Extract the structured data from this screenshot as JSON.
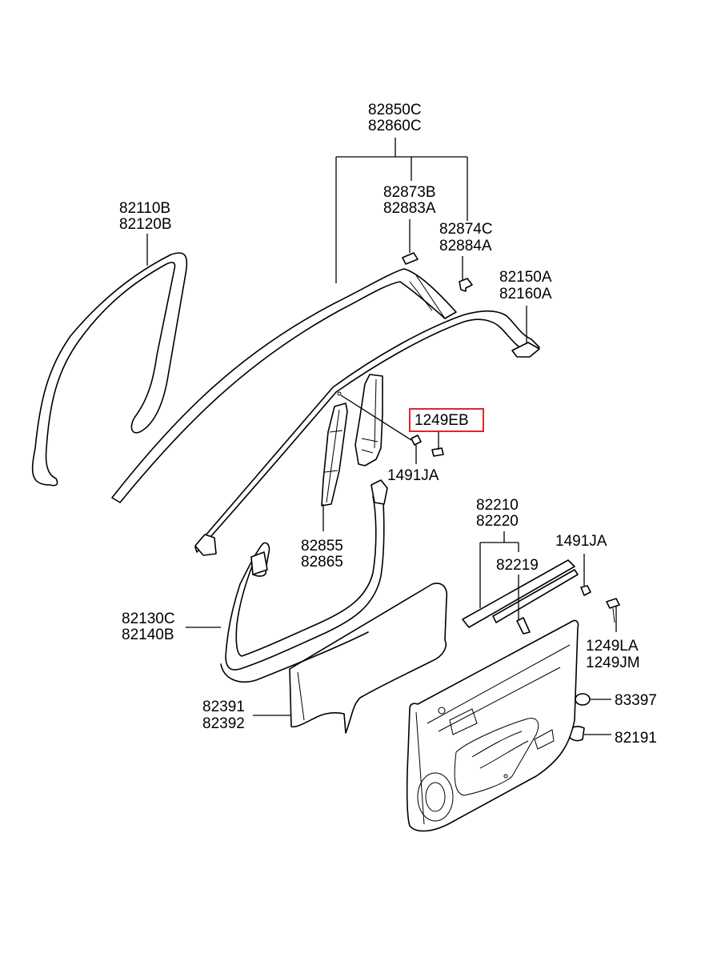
{
  "labels": {
    "p82850C": "82850C",
    "p82860C": "82860C",
    "p82873B": "82873B",
    "p82883A": "82883A",
    "p82874C": "82874C",
    "p82884A": "82884A",
    "p82110B": "82110B",
    "p82120B": "82120B",
    "p82150A": "82150A",
    "p82160A": "82160A",
    "p1249EB": "1249EB",
    "p1491JA_a": "1491JA",
    "p82210": "82210",
    "p82220": "82220",
    "p82855": "82855",
    "p82865": "82865",
    "p1491JA_b": "1491JA",
    "p82219": "82219",
    "p82130C": "82130C",
    "p82140B": "82140B",
    "p1249LA": "1249LA",
    "p1249JM": "1249JM",
    "p83397": "83397",
    "p82391": "82391",
    "p82392": "82392",
    "p82191": "82191"
  },
  "highlight": {
    "part": "1249EB",
    "color": "#e0262b"
  }
}
